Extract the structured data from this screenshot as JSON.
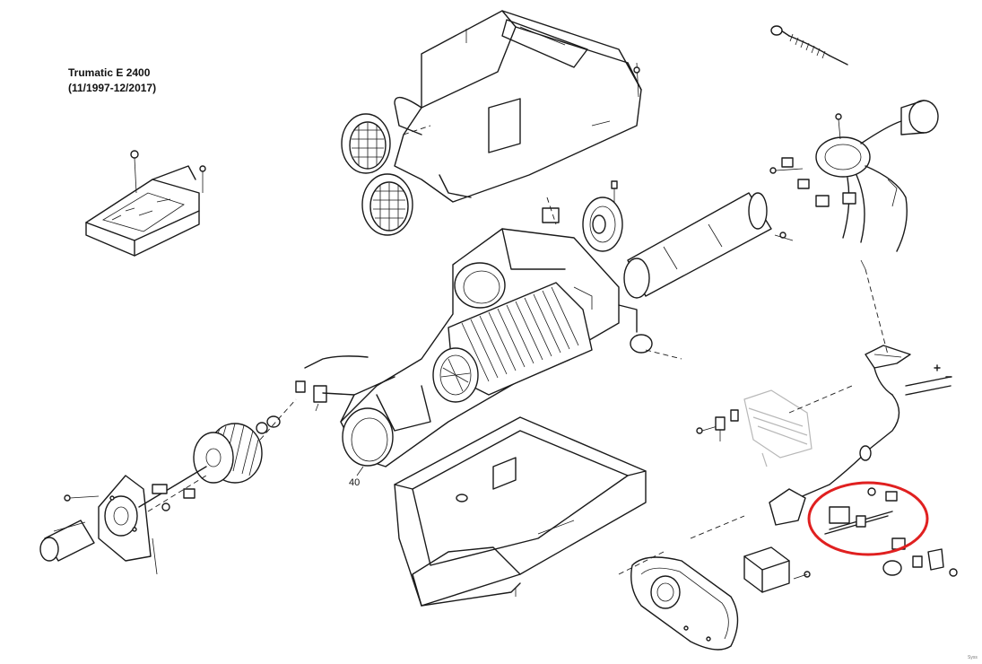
{
  "title": {
    "line1": "Trumatic E 2400",
    "line2": "(11/1997-12/2017)"
  },
  "part_label": "40",
  "footer_tiny": "Syss",
  "highlight": {
    "color": "#e02020",
    "shape": "ellipse"
  },
  "diagram": {
    "type": "exploded-parts-diagram",
    "components": [
      "housing-top-cover",
      "air-grille-left-upper",
      "air-grille-left-lower",
      "control-board-box",
      "combustion-chamber",
      "heat-exchanger",
      "exhaust-pipe",
      "exhaust-flex-hose",
      "burner-head",
      "fan-wheel",
      "motor-bracket",
      "fan-motor",
      "housing-bottom-tray",
      "burner-plate",
      "fuel-pump-assembly",
      "ignition-module",
      "wiring-harness"
    ]
  }
}
